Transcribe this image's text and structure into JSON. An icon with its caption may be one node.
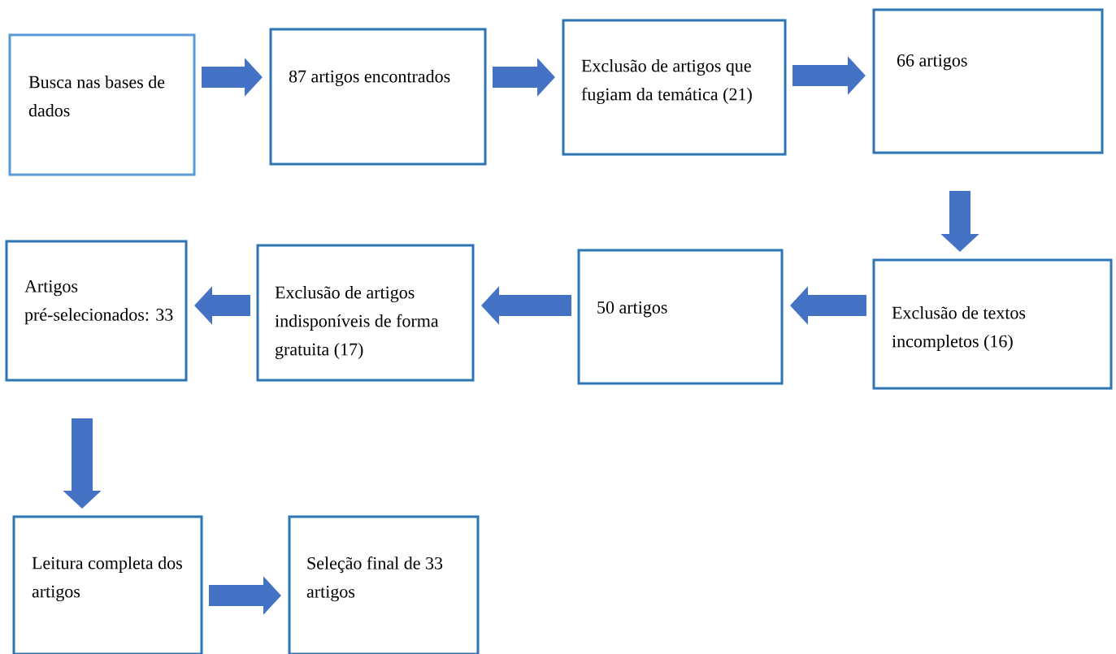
{
  "diagram": {
    "nodes": [
      {
        "text": [
          "Busca nas bases de dados"
        ]
      },
      {
        "text": [
          "87 artigos encontrados"
        ]
      },
      {
        "text": [
          "Exclusão de artigos que fugiam da temática (21)"
        ]
      },
      {
        "text": [
          "66 artigos"
        ]
      },
      {
        "text": [
          "Exclusão de textos incompletos (16)"
        ]
      },
      {
        "text": [
          "50 artigos"
        ]
      },
      {
        "text": [
          "Exclusão de artigos indisponíveis de forma gratuita (17)"
        ]
      },
      {
        "text": [
          "Artigos pré-selecionados: 33"
        ]
      },
      {
        "text": [
          "Leitura completa dos artigos"
        ]
      },
      {
        "text": [
          "Seleção final de 33 artigos"
        ]
      }
    ],
    "edges": [
      {
        "from": 0,
        "to": 1,
        "arrow": "to"
      },
      {
        "from": 1,
        "to": 2,
        "arrow": "to"
      },
      {
        "from": 2,
        "to": 3,
        "arrow": "to"
      },
      {
        "from": 3,
        "to": 4,
        "arrow": "to"
      },
      {
        "from": 4,
        "to": 5,
        "arrow": "to"
      },
      {
        "from": 5,
        "to": 6,
        "arrow": "to"
      },
      {
        "from": 6,
        "to": 7,
        "arrow": "to"
      },
      {
        "from": 7,
        "to": 8,
        "arrow": "to"
      },
      {
        "from": 8,
        "to": 9,
        "arrow": "to"
      }
    ]
  }
}
